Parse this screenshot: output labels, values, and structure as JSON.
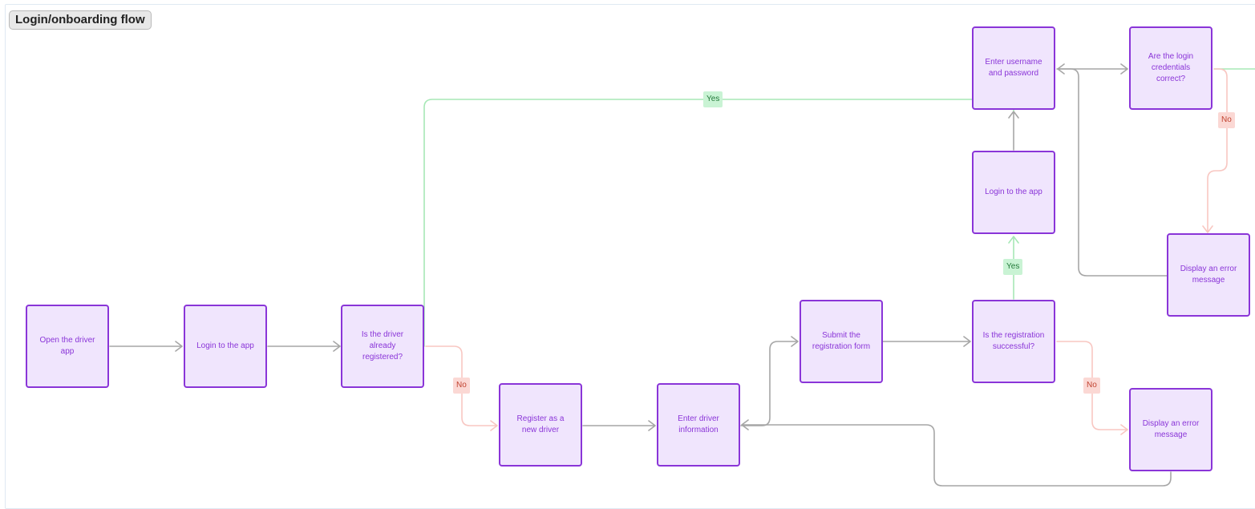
{
  "title": "Login/onboarding flow",
  "nodes": {
    "open_app": "Open the driver app",
    "login_1": "Login to the app",
    "already_registered": "Is the driver already registered?",
    "register_new": "Register as a new driver",
    "enter_info": "Enter driver information",
    "submit_form": "Submit the registration form",
    "registration_successful": "Is the registration successful?",
    "error_registration": "Display an error message",
    "login_2": "Login to the app",
    "enter_credentials": "Enter username and password",
    "credentials_correct": "Are the login credentials correct?",
    "error_login": "Display an error message"
  },
  "labels": {
    "yes_registered": "Yes",
    "no_registered": "No",
    "yes_successful": "Yes",
    "no_successful": "No",
    "no_credentials": "No"
  },
  "colors": {
    "node_fill": "#f0e5fd",
    "node_border": "#8a35d8",
    "yes_edge": "#a7e8b6",
    "no_edge": "#f8c7c2",
    "default_edge": "#a6a6a6"
  }
}
